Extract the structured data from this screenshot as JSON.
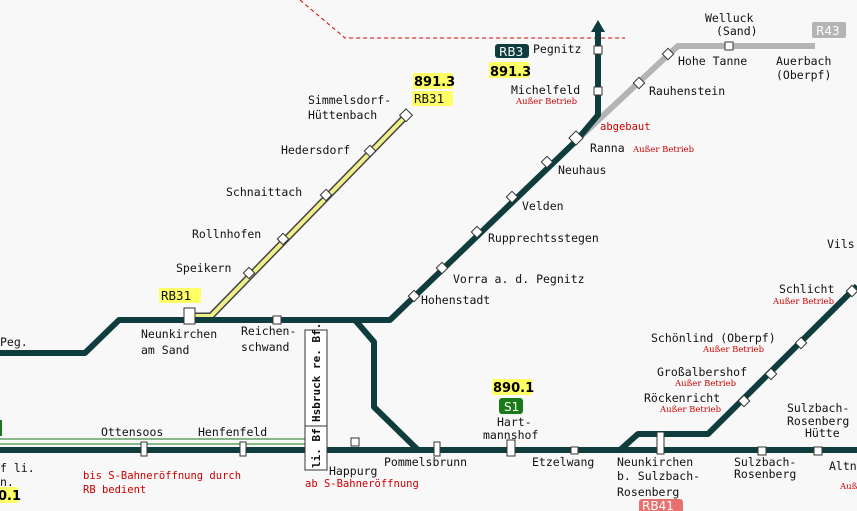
{
  "colors": {
    "main_line": "#0f3d3d",
    "closed_line": "#b4b4b4",
    "yellow_line": "#f0f088",
    "highlight_bg": "#ffff66",
    "sbahn_green": "#1a7a1a",
    "red_text": "#cc0000",
    "rb41_bg": "#e87070"
  },
  "line_badges": {
    "rb3": "RB3",
    "r43": "R43",
    "rb31_top": "RB31",
    "rb31_left": "RB31",
    "s1": "S1",
    "rb41": "RB41"
  },
  "kursbuch": {
    "kb_891_3_a": "891.3",
    "kb_891_3_b": "891.3",
    "kb_890_1": "890.1",
    "kb_890_1_left": "0.1"
  },
  "stations": {
    "pegnitz": "Pegnitz",
    "michelfeld": "Michelfeld",
    "ranna": "Ranna",
    "neuhaus": "Neuhaus",
    "velden": "Velden",
    "rupprechtsstegen": "Rupprechtsstegen",
    "vorra": "Vorra a. d. Pegnitz",
    "hohenstadt": "Hohenstadt",
    "welluck_1": "Welluck",
    "welluck_2": "(Sand)",
    "hohe_tanne": "Hohe Tanne",
    "auerbach_1": "Auerbach",
    "auerbach_2": "(Oberpf)",
    "rauhenstein": "Rauhenstein",
    "simmelsdorf_1": "Simmelsdorf-",
    "simmelsdorf_2": "Hüttenbach",
    "hedersdorf": "Hedersdorf",
    "schnaittach": "Schnaittach",
    "rollnhofen": "Rollnhofen",
    "speikern": "Speikern",
    "neunkirchen_sand_1": "Neunkirchen",
    "neunkirchen_sand_2": "am Sand",
    "reichenschwand_1": "Reichen-",
    "reichenschwand_2": "schwand",
    "peg": "Peg.",
    "hersbruck_re": "Hsbruck re. Bf.",
    "hersbruck_li": "li. Bf",
    "ottensoos": "Ottensoos",
    "henfenfeld": "Henfenfeld",
    "happurg": "Happurg",
    "pommelsbrunn": "Pommelsbrunn",
    "hartmannshof_1": "Hart-",
    "hartmannshof_2": "mannshof",
    "etzelwang": "Etzelwang",
    "neunkirchen_sulz_1": "Neunkirchen",
    "neunkirchen_sulz_2": "b. Sulzbach-",
    "neunkirchen_sulz_3": "Rosenberg",
    "sulzbach_rosenberg_1": "Sulzbach-",
    "sulzbach_rosenberg_2": "Rosenberg",
    "sulzbach_huette_1": "Sulzbach-",
    "sulzbach_huette_2": "Rosenberg",
    "sulzbach_huette_3": "Hütte",
    "altmannshof": "Altn",
    "roeckenricht": "Röckenricht",
    "grossalbershof": "Großalbershof",
    "schoenlind": "Schönlind (Oberpf)",
    "schlicht": "Schlicht",
    "vilseck": "Vils",
    "left_li": "f li.",
    "left_n": "n."
  },
  "notes": {
    "ausser_betrieb_michelfeld": "Außer Betrieb",
    "ausser_betrieb_ranna": "Außer Betrieb",
    "ausser_betrieb_schlicht": "Außer Betrieb",
    "ausser_betrieb_schoenlind": "Außer Betrieb",
    "ausser_betrieb_grossalbershof": "Außer Betrieb",
    "ausser_betrieb_roeckenricht": "Außer Betrieb",
    "ausser_betrieb_altmannshof": "Auß",
    "abgebaut": "abgebaut",
    "sbahn_note_1": "bis S-Bahneröffnung durch",
    "sbahn_note_2": "RB bedient",
    "happurg_note": "ab S-Bahneröffnung"
  }
}
